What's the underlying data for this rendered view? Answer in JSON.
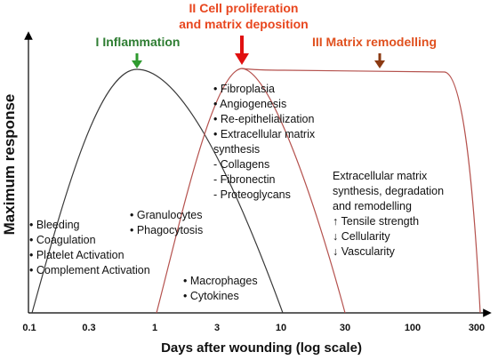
{
  "axes": {
    "ylabel": "Maximum response",
    "xlabel": "Days after wounding (log scale)",
    "xticks": [
      "0.1",
      "0.3",
      "1",
      "3",
      "10",
      "30",
      "100",
      "300"
    ]
  },
  "phases": [
    {
      "title_lines": [
        "I Inflammation"
      ],
      "color": "#2e7d32",
      "arrow_color": "#2e9a2e"
    },
    {
      "title_lines": [
        "II Cell proliferation",
        "and matrix deposition"
      ],
      "color": "#e8461e",
      "arrow_color": "#e01010"
    },
    {
      "title_lines": [
        "III Matrix remodelling"
      ],
      "color": "#e0501e",
      "arrow_color": "#8b3a12"
    }
  ],
  "curves": [
    {
      "name": "inflammation",
      "color": "#3a3a3a"
    },
    {
      "name": "proliferation",
      "color": "#b5524e"
    },
    {
      "name": "remodelling",
      "color": "#b5524e"
    }
  ],
  "annotations": {
    "inflammation_early": [
      "• Bleeding",
      "• Coagulation",
      "• Platelet Activation",
      "• Complement Activation"
    ],
    "inflammation_cells": [
      "• Granulocytes",
      "• Phagocytosis"
    ],
    "inflammation_late": [
      "• Macrophages",
      "• Cytokines"
    ],
    "proliferation": [
      "• Fibroplasia",
      "• Angiogenesis",
      "• Re-epithelialization",
      "• Extracellular matrix",
      "synthesis",
      "- Collagens",
      "- Fibronectin",
      "- Proteoglycans"
    ],
    "remodelling": [
      "Extracellular matrix",
      "synthesis, degradation",
      "and remodelling",
      "↑ Tensile strength",
      "↓ Cellularity",
      "↓ Vascularity"
    ]
  }
}
